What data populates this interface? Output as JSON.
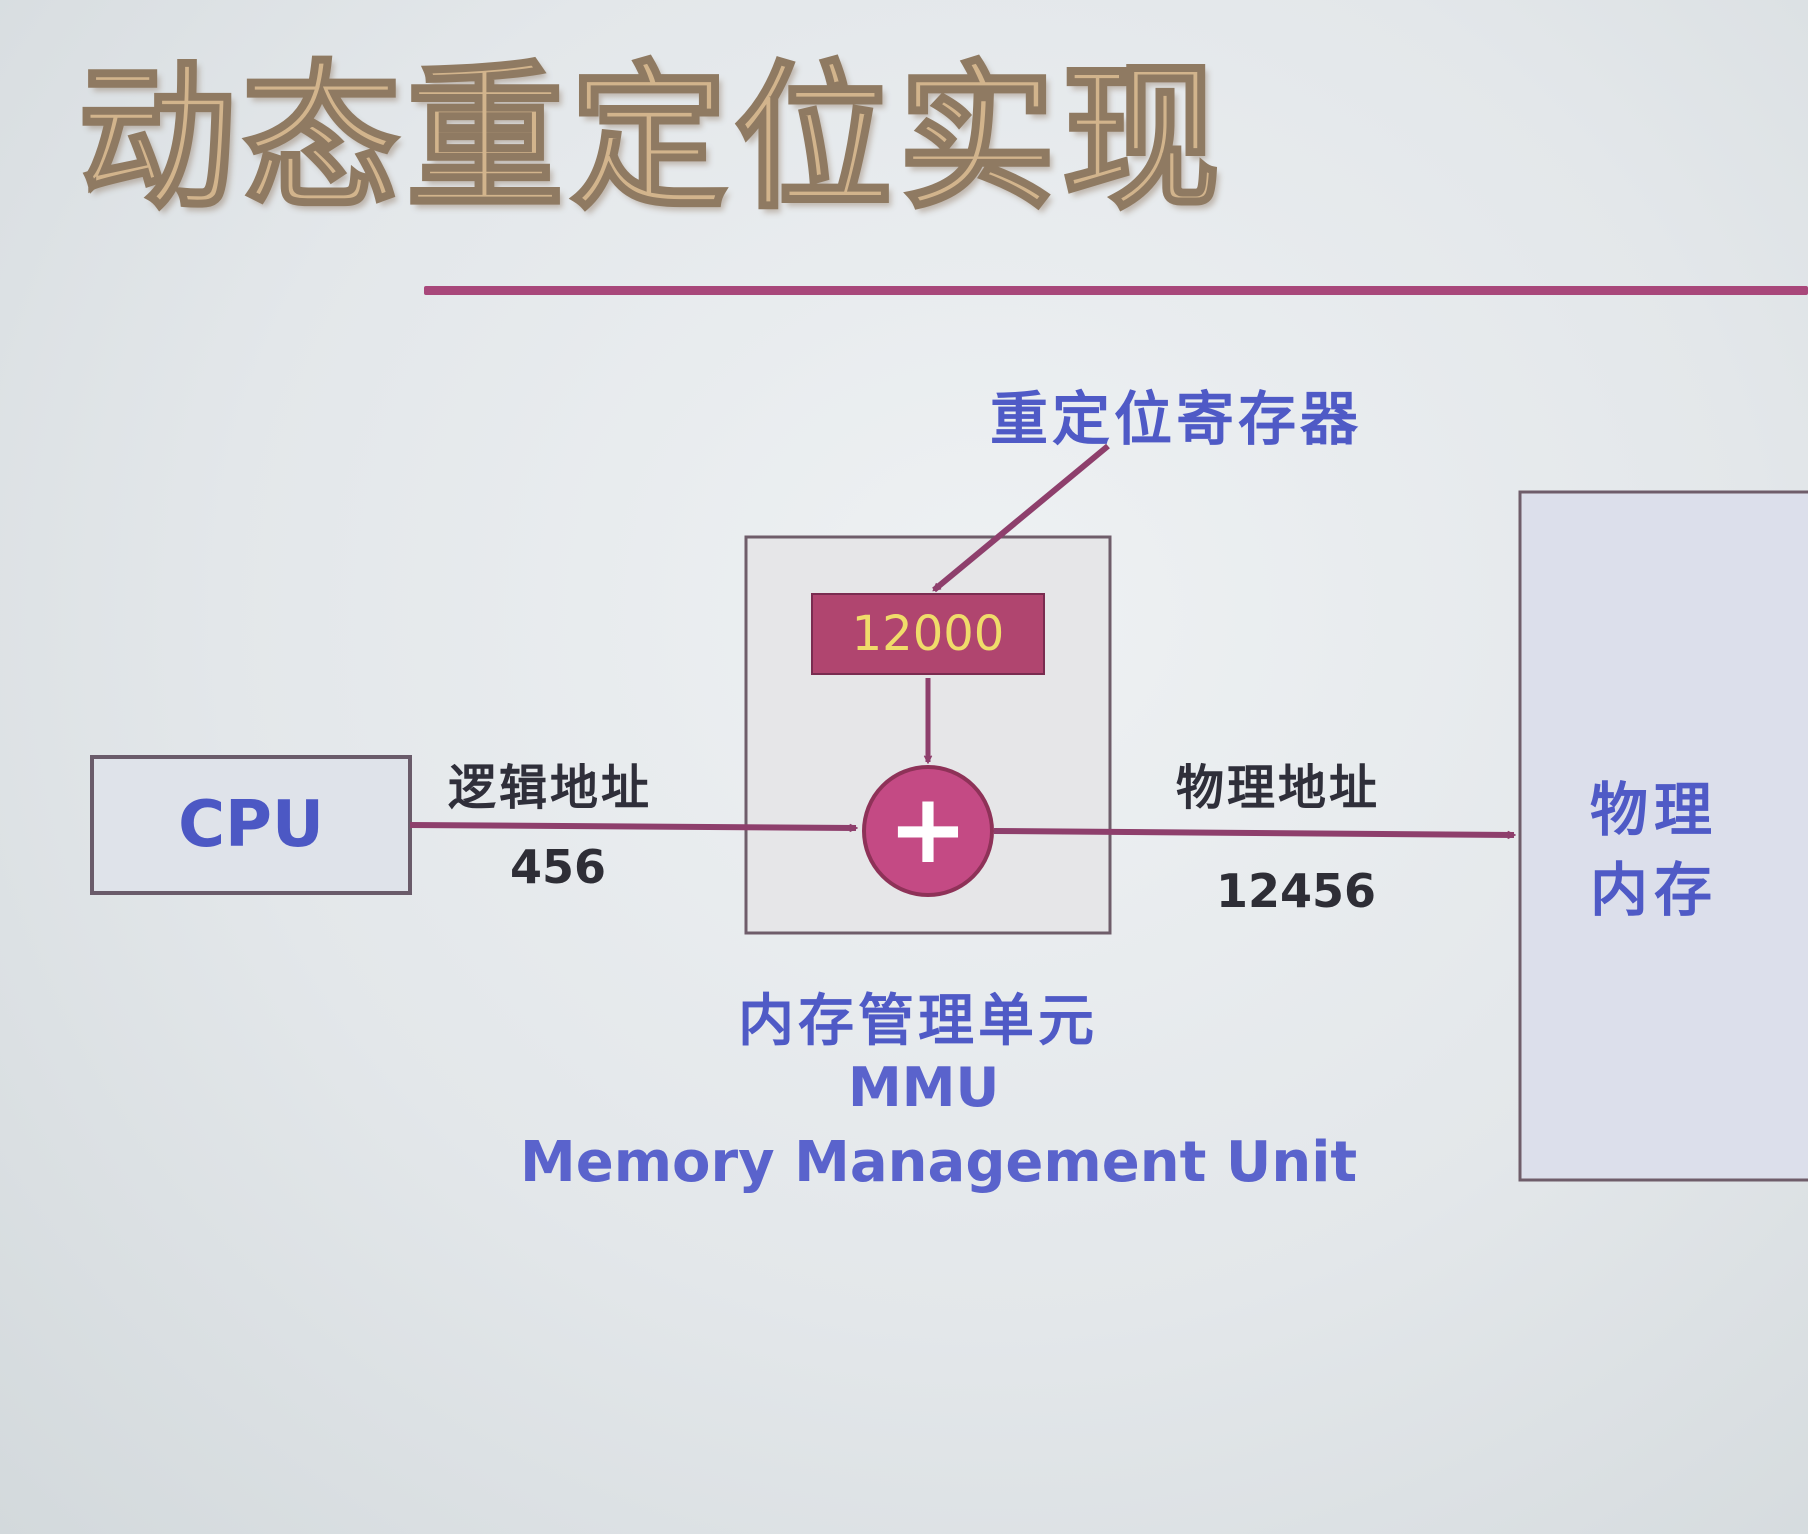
{
  "title": "动态重定位实现",
  "diagram": {
    "cpu_label": "CPU",
    "logical_address_label": "逻辑地址",
    "logical_address_value": "456",
    "relocation_register_label": "重定位寄存器",
    "relocation_register_value": "12000",
    "adder_symbol": "+",
    "physical_address_label": "物理地址",
    "physical_address_value": "12456",
    "mmu_cn": "内存管理单元",
    "mmu_abbr": "MMU",
    "mmu_full": "Memory Management Unit",
    "physical_memory_line1": "物理",
    "physical_memory_line2": "内存"
  },
  "colors": {
    "accent_magenta": "#a8477a",
    "adder_fill": "#c44a84",
    "register_fill": "#b0456f",
    "register_text": "#f0dc6a",
    "label_blue": "#4f5ac6",
    "title_fill": "#d2b48c"
  }
}
